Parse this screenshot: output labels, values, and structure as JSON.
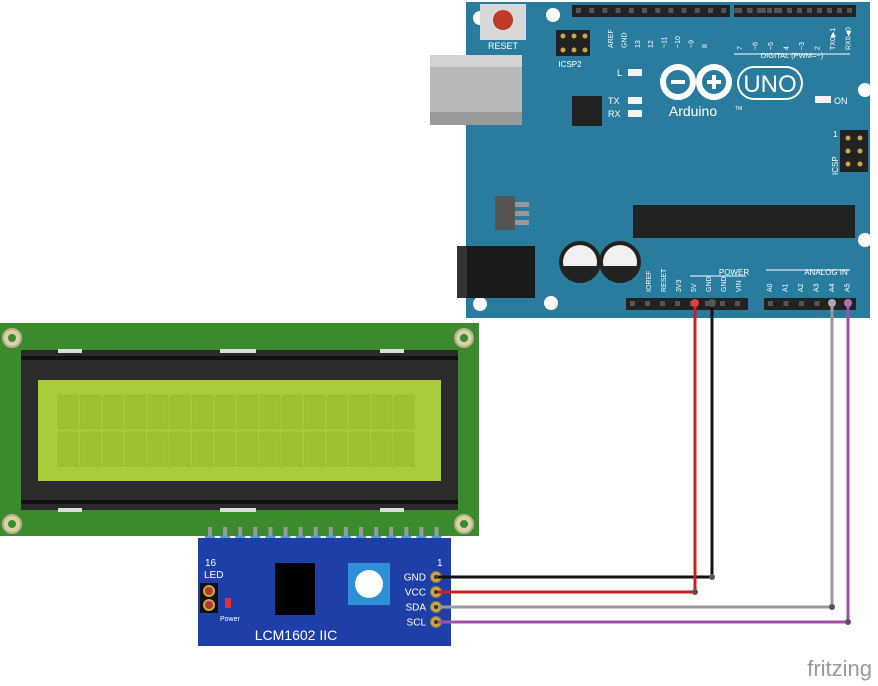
{
  "arduino": {
    "reset_label": "RESET",
    "icsp2_label": "ICSP2",
    "icsp_label": "ICSP",
    "icsp_pin1": "1",
    "l_label": "L",
    "tx_label": "TX",
    "rx_label": "RX",
    "on_label": "ON",
    "brand": "Arduino",
    "model": "UNO",
    "tm": "TM",
    "digital_label": "DIGITAL (PWM=~)",
    "digital_pins_left": [
      "AREF",
      "GND",
      "13",
      "12",
      "~11",
      "~10",
      "~9",
      "8"
    ],
    "digital_pins_right": [
      "7",
      "~6",
      "~5",
      "4",
      "~3",
      "2",
      "TX0▶1",
      "RX0◀0"
    ],
    "power_label": "POWER",
    "power_pins": [
      "IOREF",
      "RESET",
      "3V3",
      "5V",
      "GND",
      "GND",
      "VIN"
    ],
    "analog_label": "ANALOG IN",
    "analog_pins": [
      "A0",
      "A1",
      "A2",
      "A3",
      "A4",
      "A5"
    ],
    "colors": {
      "board": "#2a7c9f",
      "board_dark": "#1d5f7d",
      "silk": "#ffffff",
      "header": "#222222"
    }
  },
  "lcd": {
    "colors": {
      "pcb": "#3c8a2e",
      "bezel": "#2b2b2b",
      "screen": "#a8cc3c",
      "cell": "#9cc032"
    },
    "rows": 2,
    "cols": 16
  },
  "i2c_module": {
    "title": "LCM1602 IIC",
    "led_label": "LED",
    "power_label": "Power",
    "pin16_label": "16",
    "pin1_label": "1",
    "pins": [
      "GND",
      "VCC",
      "SDA",
      "SCL"
    ],
    "colors": {
      "pcb": "#1f3fa8",
      "pot": "#2d8fd6"
    }
  },
  "wires": [
    {
      "from": "GND",
      "to": "GND",
      "color": "#111111"
    },
    {
      "from": "VCC",
      "to": "5V",
      "color": "#d01c1c"
    },
    {
      "from": "SDA",
      "to": "A4",
      "color": "#9a9a9a"
    },
    {
      "from": "SCL",
      "to": "A5",
      "color": "#a050a8"
    }
  ],
  "watermark": "fritzing"
}
